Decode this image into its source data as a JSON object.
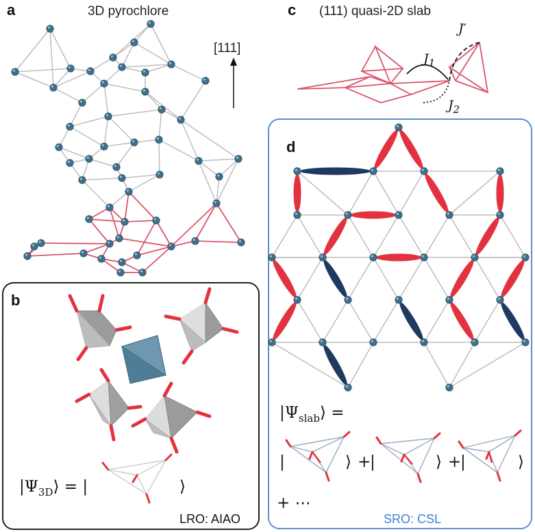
{
  "panels": {
    "a": {
      "label": "a",
      "title": "3D pyrochlore",
      "direction": "[111]"
    },
    "b": {
      "label": "b",
      "state_psi": "|Ψ",
      "state_sub": "3D",
      "state_eq": "⟩ = |",
      "ket_close": "⟩",
      "order": "LRO: AIAO"
    },
    "c": {
      "label": "c",
      "title": "(111) quasi-2D slab",
      "j1": "J",
      "j1_sub": "1",
      "j2": "J",
      "j2_sub": "2",
      "jp": "J′"
    },
    "d": {
      "label": "d",
      "state_psi": "|Ψ",
      "state_sub": "slab",
      "state_eq": "⟩ =",
      "ket_open": "|",
      "ket_close": "⟩",
      "plus": "+",
      "trailer": "+ ⋯",
      "order": "SRO: CSL"
    }
  },
  "colors": {
    "site": "#3f6f8a",
    "red_bond": "#e3323f",
    "blue_bond": "#1f3a60",
    "panel_border_d": "#5a8fd0",
    "tet_blue": "#5b84a0"
  }
}
